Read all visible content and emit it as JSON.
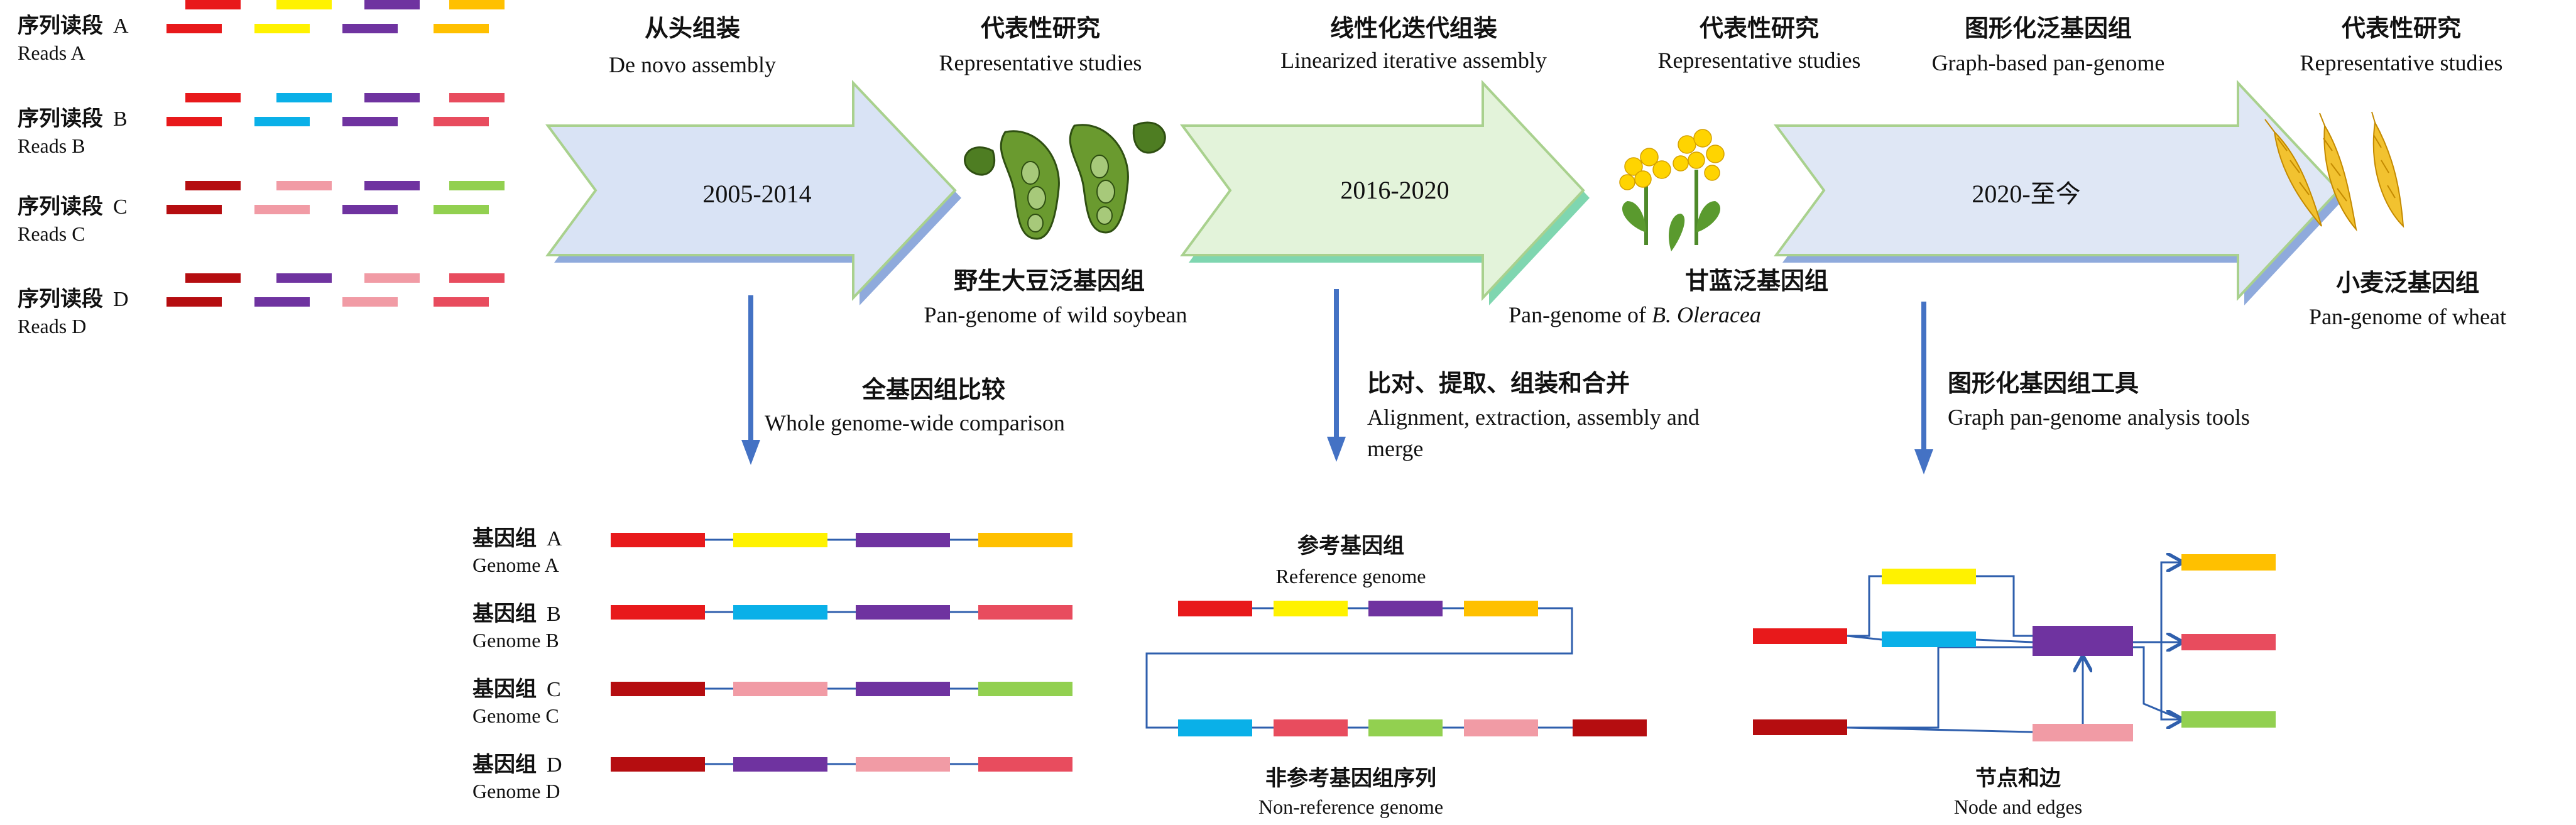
{
  "reads": [
    {
      "zh": "序列读段",
      "letter": "A",
      "en": "Reads A",
      "rows": [
        [
          "#e8191b",
          "#fff200",
          "#6f33a0",
          "#ffc000"
        ],
        [
          "#e8191b",
          "#fff200",
          "#6f33a0",
          "#ffc000"
        ]
      ]
    },
    {
      "zh": "序列读段",
      "letter": "B",
      "en": "Reads B",
      "rows": [
        [
          "#e8191b",
          "#0ab0e8",
          "#6f33a0",
          "#e84c5e"
        ],
        [
          "#e8191b",
          "#0ab0e8",
          "#6f33a0",
          "#e84c5e"
        ]
      ]
    },
    {
      "zh": "序列读段",
      "letter": "C",
      "en": "Reads C",
      "rows": [
        [
          "#b50d10",
          "#f19ba5",
          "#6f33a0",
          "#92d050"
        ],
        [
          "#b50d10",
          "#f19ba5",
          "#6f33a0",
          "#92d050"
        ]
      ]
    },
    {
      "zh": "序列读段",
      "letter": "D",
      "en": "Reads D",
      "rows": [
        [
          "#b50d10",
          "#6f33a0",
          "#f19ba5",
          "#e84c5e"
        ],
        [
          "#b50d10",
          "#6f33a0",
          "#f19ba5",
          "#e84c5e"
        ]
      ]
    }
  ],
  "stages": [
    {
      "zh": "从头组装",
      "en": "De novo assembly",
      "years": "2005-2014",
      "rep_zh": "代表性研究",
      "rep_en": "Representative studies",
      "result_zh": "野生大豆泛基因组",
      "result_en": "Pan-genome of wild soybean",
      "result_en_italic": "",
      "method_zh": "全基因组比较",
      "method_en": [
        "Whole genome-wide comparison"
      ],
      "color": "#d9e3f5"
    },
    {
      "zh": "线性化迭代组装",
      "en": "Linearized iterative assembly",
      "years": "2016-2020",
      "rep_zh": "代表性研究",
      "rep_en": "Representative studies",
      "result_zh": "甘蓝泛基因组",
      "result_en": "Pan-genome of ",
      "result_en_italic": "B. Oleracea",
      "method_zh": "比对、提取、组装和合并",
      "method_en": [
        "Alignment, extraction, assembly and",
        "merge"
      ],
      "color": "#e3f3da"
    },
    {
      "zh": "图形化泛基因组",
      "en": "Graph-based pan-genome",
      "years": "2020-至今",
      "rep_zh": "代表性研究",
      "rep_en": "Representative studies",
      "result_zh": "小麦泛基因组",
      "result_en": "Pan-genome of wheat",
      "result_en_italic": "",
      "method_zh": "图形化基因组工具",
      "method_en": [
        "Graph pan-genome analysis tools"
      ],
      "color": "#dfe7f5"
    }
  ],
  "genomes": [
    {
      "zh": "基因组",
      "letter": "A",
      "en": "Genome A",
      "colors": [
        "#e8191b",
        "#fff200",
        "#6f33a0",
        "#ffc000"
      ]
    },
    {
      "zh": "基因组",
      "letter": "B",
      "en": "Genome B",
      "colors": [
        "#e8191b",
        "#0ab0e8",
        "#6f33a0",
        "#e84c5e"
      ]
    },
    {
      "zh": "基因组",
      "letter": "C",
      "en": "Genome C",
      "colors": [
        "#b50d10",
        "#f19ba5",
        "#6f33a0",
        "#92d050"
      ]
    },
    {
      "zh": "基因组",
      "letter": "D",
      "en": "Genome D",
      "colors": [
        "#b50d10",
        "#6f33a0",
        "#f19ba5",
        "#e84c5e"
      ]
    }
  ],
  "reference": {
    "label_zh": "参考基因组",
    "label_en": "Reference genome",
    "colors": [
      "#e8191b",
      "#fff200",
      "#6f33a0",
      "#ffc000"
    ],
    "nonref_zh": "非参考基因组序列",
    "nonref_en": "Non-reference genome",
    "nonref_colors": [
      "#0ab0e8",
      "#e84c5e",
      "#92d050",
      "#f19ba5",
      "#b50d10"
    ]
  },
  "graph": {
    "label_zh": "节点和边",
    "label_en": "Node and edges",
    "nodes": {
      "red_top": "#e8191b",
      "yellow": "#fff200",
      "cyan": "#0ab0e8",
      "purple": "#6f33a0",
      "red_bottom": "#b50d10",
      "pink": "#f19ba5",
      "out_orange": "#ffc000",
      "out_red": "#e84c5e",
      "out_green": "#92d050"
    },
    "edge_color": "#2f5fad"
  },
  "icons": [
    "soybean-icon",
    "rapeseed-flower-icon",
    "wheat-icon"
  ],
  "colors": {
    "down_arrow": "#4472c4",
    "edge": "#2f5fad",
    "arrow_outline": "#a9d18e",
    "arrow_shadow_1": "#8faadc",
    "arrow_shadow_2": "#7fd6b0"
  }
}
